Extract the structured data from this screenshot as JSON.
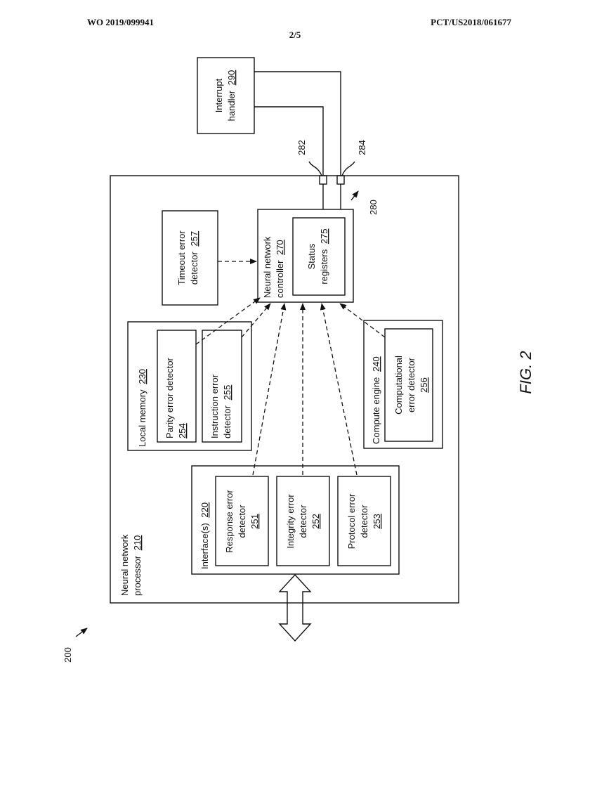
{
  "header": {
    "publication_number": "WO 2019/099941",
    "application_number": "PCT/US2018/061677",
    "sheet": "2/5"
  },
  "figure": {
    "label": "FIG. 2",
    "reference": "200"
  },
  "blocks": {
    "interrupt_handler": {
      "text": "Interrupt",
      "text2": "handler",
      "ref": "290"
    },
    "ref_282": "282",
    "ref_284": "284",
    "ref_280": "280",
    "nn_processor": {
      "text": "Neural network",
      "text2": "processor",
      "ref": "210"
    },
    "nn_controller": {
      "text": "Neural network",
      "text2": "controller",
      "ref": "270"
    },
    "status_registers": {
      "text": "Status",
      "text2": "registers",
      "ref": "275"
    },
    "timeout_detector": {
      "text": "Timeout error",
      "text2": "detector",
      "ref": "257"
    },
    "local_memory": {
      "text": "Local memory",
      "ref": "230"
    },
    "parity_detector": {
      "text": "Parity error detector",
      "ref": "254"
    },
    "instruction_detector": {
      "text": "Instruction error",
      "text2": "detector",
      "ref": "255"
    },
    "compute_engine": {
      "text": "Compute engine",
      "ref": "240"
    },
    "computational_detector": {
      "text": "Computational",
      "text2": "error detector",
      "ref": "256"
    },
    "interfaces": {
      "text": "Interface(s)",
      "ref": "220"
    },
    "response_detector": {
      "text": "Response error",
      "text2": "detector",
      "ref": "251"
    },
    "integrity_detector": {
      "text": "Integrity error",
      "text2": "detector",
      "ref": "252"
    },
    "protocol_detector": {
      "text": "Protocol error",
      "text2": "detector",
      "ref": "253"
    }
  }
}
